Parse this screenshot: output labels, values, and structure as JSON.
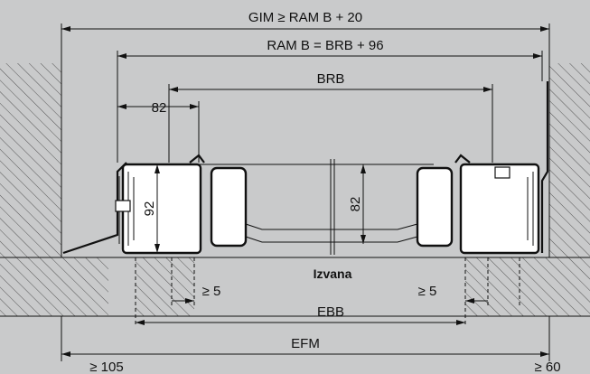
{
  "dimensions": {
    "gim": "GIM ≥ RAM B + 20",
    "ram_b": "RAM B = BRB + 96",
    "brb": "BRB",
    "sash_width": "82",
    "sash_height": "92",
    "glass_height": "82",
    "gap_left": "≥ 5",
    "gap_right": "≥ 5",
    "ebb": "EBB",
    "efm": "EFM",
    "offset_left": "≥ 105",
    "offset_right": "≥ 60"
  },
  "labels": {
    "outside": "Izvana"
  },
  "colors": {
    "background": "#c9cacb",
    "profile": "#ffffff",
    "ink": "#111111"
  }
}
